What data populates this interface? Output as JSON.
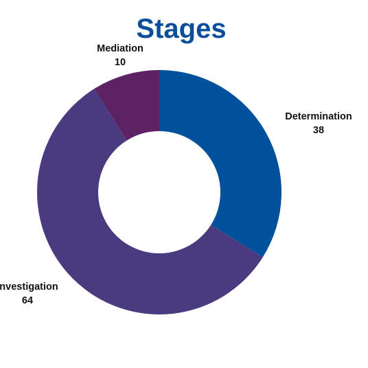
{
  "chart_data": {
    "type": "pie",
    "title": "Stages",
    "categories": [
      "Determination",
      "Investigation",
      "Mediation"
    ],
    "values": [
      38,
      64,
      10
    ],
    "colors": [
      "#00519C",
      "#4A3B80",
      "#5C2263"
    ],
    "donut": true,
    "labels": [
      "Determination",
      "Investigation",
      "Mediation"
    ],
    "value_labels": [
      "38",
      "64",
      "10"
    ],
    "title_color": "#0B4E9B",
    "legend": "none"
  }
}
